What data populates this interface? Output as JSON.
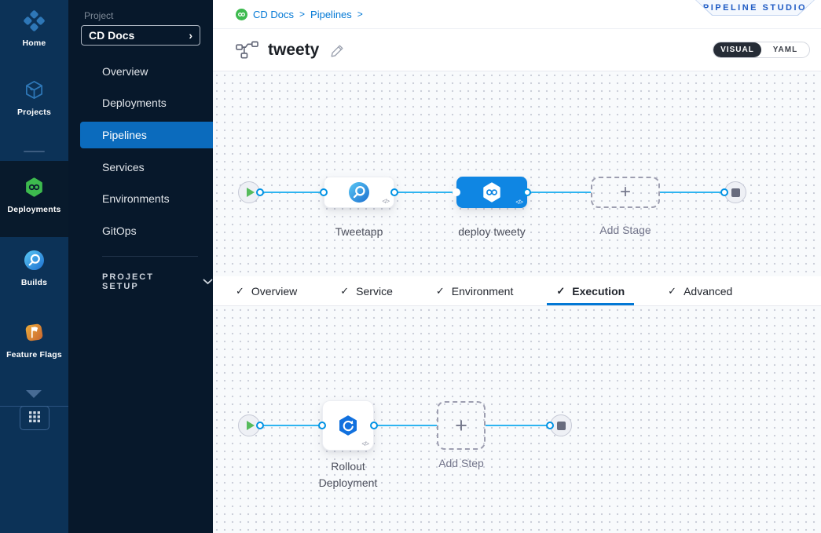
{
  "colors": {
    "accent": "#0278d5",
    "connector_line": "#2eb4f0",
    "node_blue": "#0f86e3",
    "harness_green": "#3dba4e",
    "module_sidebar_bg": "#0c3257",
    "project_sidebar_bg": "#07182b",
    "selected_nav_bg": "#0b6bbd"
  },
  "module_sidebar": {
    "items": [
      {
        "label": "Home",
        "icon": "home-icon",
        "active": false
      },
      {
        "label": "Projects",
        "icon": "projects-cube-icon",
        "active": false
      },
      {
        "label": "Deployments",
        "icon": "cd-hexagon-icon",
        "active": true
      },
      {
        "label": "Builds",
        "icon": "ci-circle-icon",
        "active": false
      },
      {
        "label": "Feature Flags",
        "icon": "feature-flag-icon",
        "active": false
      }
    ]
  },
  "project_sidebar": {
    "project_label": "Project",
    "project_name": "CD Docs",
    "chevron_right": "›",
    "menu": [
      {
        "label": "Overview",
        "selected": false
      },
      {
        "label": "Deployments",
        "selected": false
      },
      {
        "label": "Pipelines",
        "selected": true
      },
      {
        "label": "Services",
        "selected": false
      },
      {
        "label": "Environments",
        "selected": false
      },
      {
        "label": "GitOps",
        "selected": false
      }
    ],
    "section_label": "PROJECT SETUP"
  },
  "header": {
    "breadcrumb": {
      "items": [
        "CD Docs",
        "Pipelines"
      ],
      "separator": ">"
    },
    "studio_badge": "PIPELINE STUDIO",
    "pipeline_title": "tweety",
    "view_toggle": {
      "options": [
        "VISUAL",
        "YAML"
      ],
      "selected": "VISUAL"
    }
  },
  "stage_canvas": {
    "stages": [
      {
        "name": "Tweetapp",
        "kind": "ci-stage",
        "selected": false
      },
      {
        "name": "deploy tweety",
        "kind": "cd-stage",
        "selected": true
      },
      {
        "name": "Add Stage",
        "kind": "add"
      }
    ],
    "code_glyph": "</>",
    "plus_glyph": "+"
  },
  "tab_bar": {
    "check_glyph": "✓",
    "tabs": [
      {
        "label": "Overview",
        "checked": true,
        "active": false
      },
      {
        "label": "Service",
        "checked": true,
        "active": false
      },
      {
        "label": "Environment",
        "checked": true,
        "active": false
      },
      {
        "label": "Execution",
        "checked": true,
        "active": true
      },
      {
        "label": "Advanced",
        "checked": true,
        "active": false
      }
    ]
  },
  "execution_canvas": {
    "steps": [
      {
        "name": "Rollout Deployment",
        "kind": "step"
      },
      {
        "name": "Add Step",
        "kind": "add"
      }
    ],
    "code_glyph": "</>",
    "plus_glyph": "+"
  }
}
